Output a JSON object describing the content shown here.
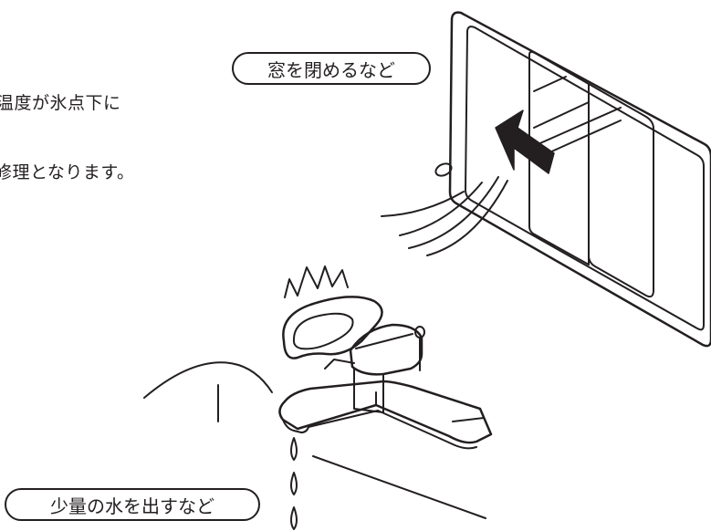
{
  "text": {
    "line1": "温度が氷点下に",
    "line2": "修理となります。"
  },
  "labels": {
    "window": "窓を閉めるなど",
    "faucet": "少量の水を出すなど"
  },
  "colors": {
    "ink": "#231f20",
    "background": "#ffffff"
  }
}
